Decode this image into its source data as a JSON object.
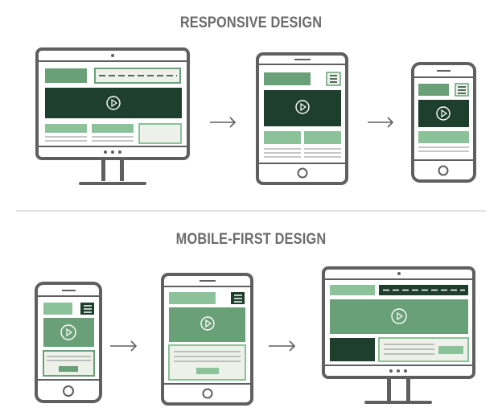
{
  "sections": [
    {
      "heading": "RESPONSIVE DESIGN",
      "flow": [
        "desktop",
        "tablet",
        "phone"
      ]
    },
    {
      "heading": "MOBILE-FIRST DESIGN",
      "flow": [
        "phone",
        "tablet",
        "desktop"
      ]
    }
  ],
  "colors": {
    "frame": "#5f5f5f",
    "mid_green": "#6aa078",
    "light_green": "#8cc29a",
    "dark_green": "#1e3f2e",
    "pale_panel": "#edf1ea",
    "divider": "#d9d9d9"
  },
  "icons": [
    "play-icon",
    "hamburger-menu-icon",
    "arrow-right-icon",
    "home-button-icon",
    "camera-dot-icon"
  ]
}
